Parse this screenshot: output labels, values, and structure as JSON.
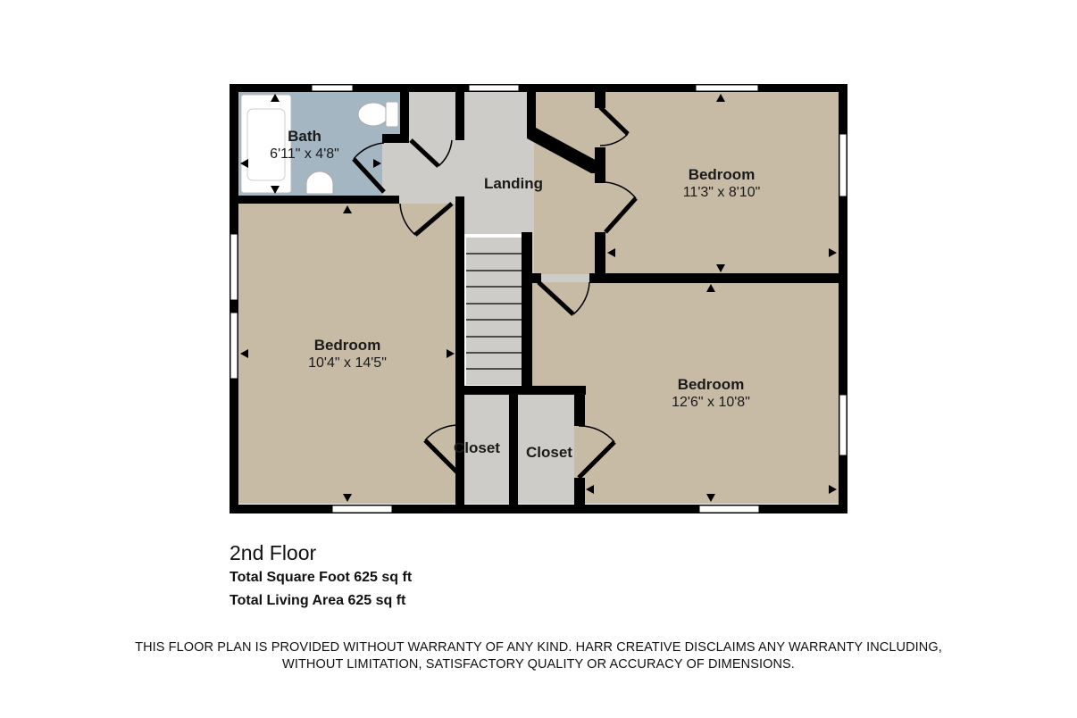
{
  "floor_plan": {
    "floor_title": "2nd Floor",
    "rooms": [
      {
        "name": "Bath",
        "dimensions": "6'11\" x 4'8\"",
        "color": "#a5b6c3"
      },
      {
        "name": "Landing",
        "dimensions": "",
        "color": "#cdccc8"
      },
      {
        "name": "Bedroom",
        "dimensions": "11'3\" x 8'10\"",
        "color": "#c7bba6"
      },
      {
        "name": "Bedroom",
        "dimensions": "10'4\" x 14'5\"",
        "color": "#c7bba6"
      },
      {
        "name": "Bedroom",
        "dimensions": "12'6\" x 10'8\"",
        "color": "#c7bba6"
      },
      {
        "name": "Closet",
        "dimensions": "",
        "color": "#cdccc8"
      },
      {
        "name": "Closet",
        "dimensions": "",
        "color": "#cdccc8"
      }
    ],
    "totals": {
      "square_foot": "Total Square Foot 625 sq ft",
      "living_area": "Total Living Area 625 sq ft"
    },
    "disclaimer": {
      "line1": "THIS FLOOR PLAN IS PROVIDED WITHOUT WARRANTY OF ANY KIND. HARR CREATIVE DISCLAIMS ANY WARRANTY INCLUDING,",
      "line2": "WITHOUT LIMITATION, SATISFACTORY QUALITY OR ACCURACY OF DIMENSIONS."
    },
    "colors": {
      "wall": "#000000",
      "bedroom_floor": "#c7bba6",
      "landing_floor": "#cdccc8",
      "bath_floor": "#a5b6c3",
      "fixture": "#ffffff"
    }
  }
}
